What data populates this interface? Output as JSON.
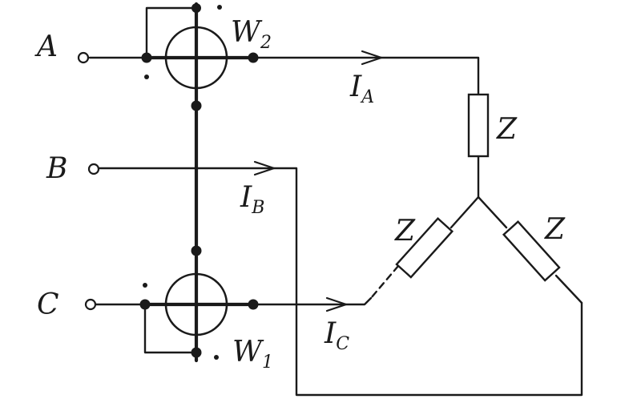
{
  "labels": {
    "phase_a": "A",
    "phase_b": "B",
    "phase_c": "C",
    "wattmeter_2": {
      "base": "W",
      "sub": "2"
    },
    "wattmeter_1": {
      "base": "W",
      "sub": "1"
    },
    "current_a": {
      "base": "I",
      "sub": "A"
    },
    "current_b": {
      "base": "I",
      "sub": "B"
    },
    "current_c": {
      "base": "I",
      "sub": "C"
    },
    "impedance_top": "Z",
    "impedance_left": "Z",
    "impedance_right": "Z"
  }
}
